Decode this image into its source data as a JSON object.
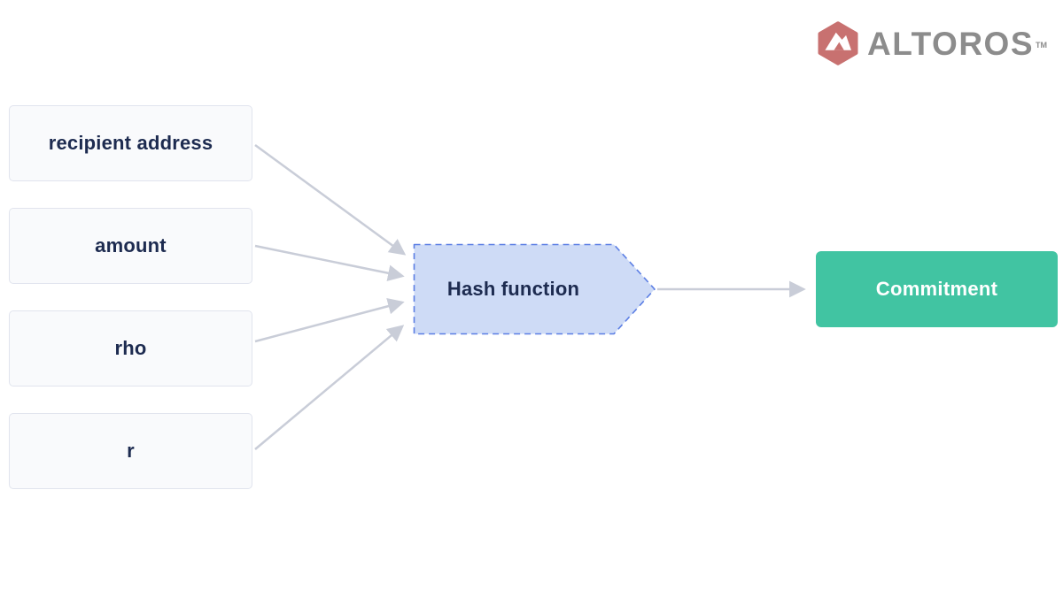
{
  "logo": {
    "brand": "ALTOROS",
    "trademark": "TM",
    "icon": "altoros-hexagon-mountain-icon",
    "icon_color": "#c87170",
    "text_color": "#8c8c8c"
  },
  "diagram": {
    "inputs": [
      {
        "id": "recipient-address",
        "label": "recipient address"
      },
      {
        "id": "amount",
        "label": "amount"
      },
      {
        "id": "rho",
        "label": "rho"
      },
      {
        "id": "r",
        "label": "r"
      }
    ],
    "process": {
      "label": "Hash function",
      "fill_color": "#cedbf6",
      "border_color": "#5b7ee4",
      "border_style": "dashed"
    },
    "output": {
      "label": "Commitment",
      "fill_color": "#41c4a2",
      "text_color": "#ffffff"
    },
    "style": {
      "input_box_fill": "#f9fafc",
      "input_box_border": "#e1e4ee",
      "text_color": "#1d2b50",
      "arrow_color": "#c9cdd8",
      "background": "#ffffff"
    },
    "connections": [
      {
        "from": "recipient-address",
        "to": "hash-function"
      },
      {
        "from": "amount",
        "to": "hash-function"
      },
      {
        "from": "rho",
        "to": "hash-function"
      },
      {
        "from": "r",
        "to": "hash-function"
      },
      {
        "from": "hash-function",
        "to": "commitment"
      }
    ]
  }
}
